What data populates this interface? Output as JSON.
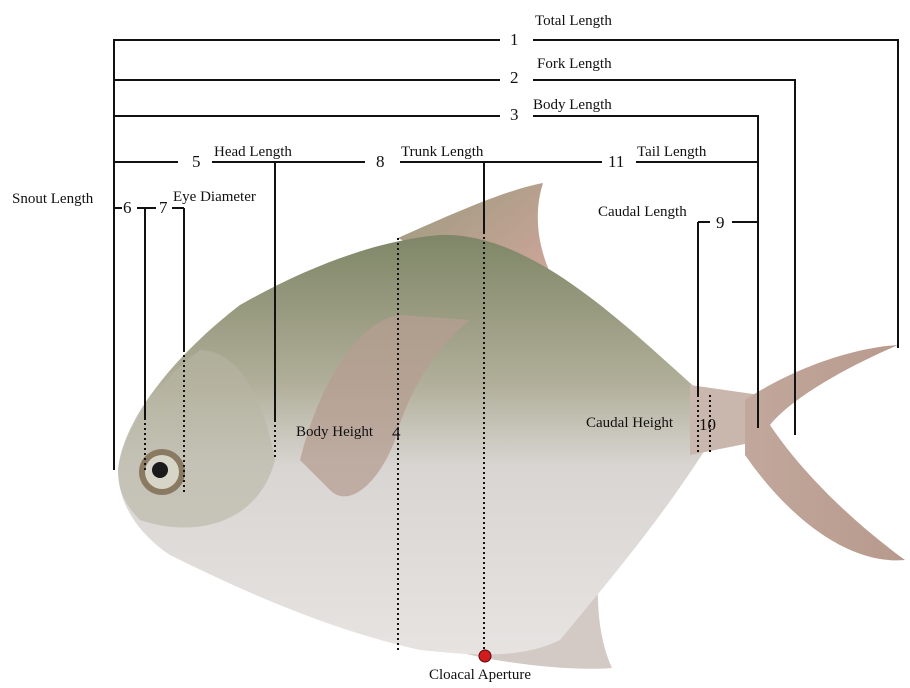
{
  "labels": {
    "total_length": "Total Length",
    "fork_length": "Fork Length",
    "body_length": "Body Length",
    "head_length": "Head Length",
    "trunk_length": "Trunk Length",
    "tail_length": "Tail Length",
    "snout_length": "Snout Length",
    "eye_diameter": "Eye Diameter",
    "caudal_length": "Caudal Length",
    "body_height": "Body Height",
    "caudal_height": "Caudal Height",
    "cloacal_aperture": "Cloacal Aperture"
  },
  "numbers": {
    "n1": "1",
    "n2": "2",
    "n3": "3",
    "n4": "4",
    "n5": "5",
    "n6": "6",
    "n7": "7",
    "n8": "8",
    "n9": "9",
    "n10": "10",
    "n11": "11"
  },
  "colors": {
    "line": "#111111",
    "cloaca_marker": "#d01c1c",
    "fish_back": "#8f9478",
    "fish_belly": "#ddd9d6",
    "fin_tint": "#c79a8a"
  }
}
